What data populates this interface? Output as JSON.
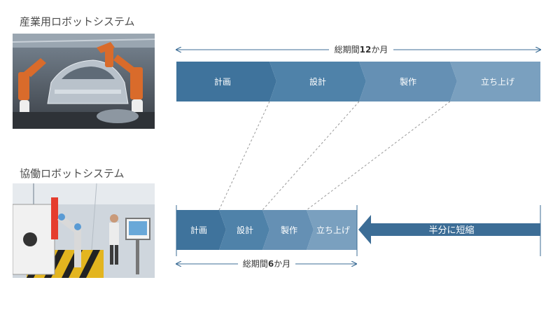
{
  "industrial": {
    "title": "産業用ロボットシステム",
    "photo_alt": "industrial-robot-photo",
    "duration_prefix": "総期間",
    "duration_value": "12",
    "duration_suffix": "か月",
    "stages": [
      "計画",
      "設計",
      "製作",
      "立ち上げ"
    ]
  },
  "collab": {
    "title": "協働ロボットシステム",
    "photo_alt": "collaborative-robot-photo",
    "duration_prefix": "総期間",
    "duration_value": "6",
    "duration_suffix": "か月",
    "stages": [
      "計画",
      "設計",
      "製作",
      "立ち上げ"
    ],
    "reduction_label": "半分に短縮"
  },
  "colors": {
    "stage1": "#3f739c",
    "stage2": "#4f82a9",
    "stage3": "#6590b4",
    "stage4": "#7aa0bf",
    "arrow": "#3c6d96",
    "dimension": "#3c6d96",
    "guide": "#999999"
  }
}
